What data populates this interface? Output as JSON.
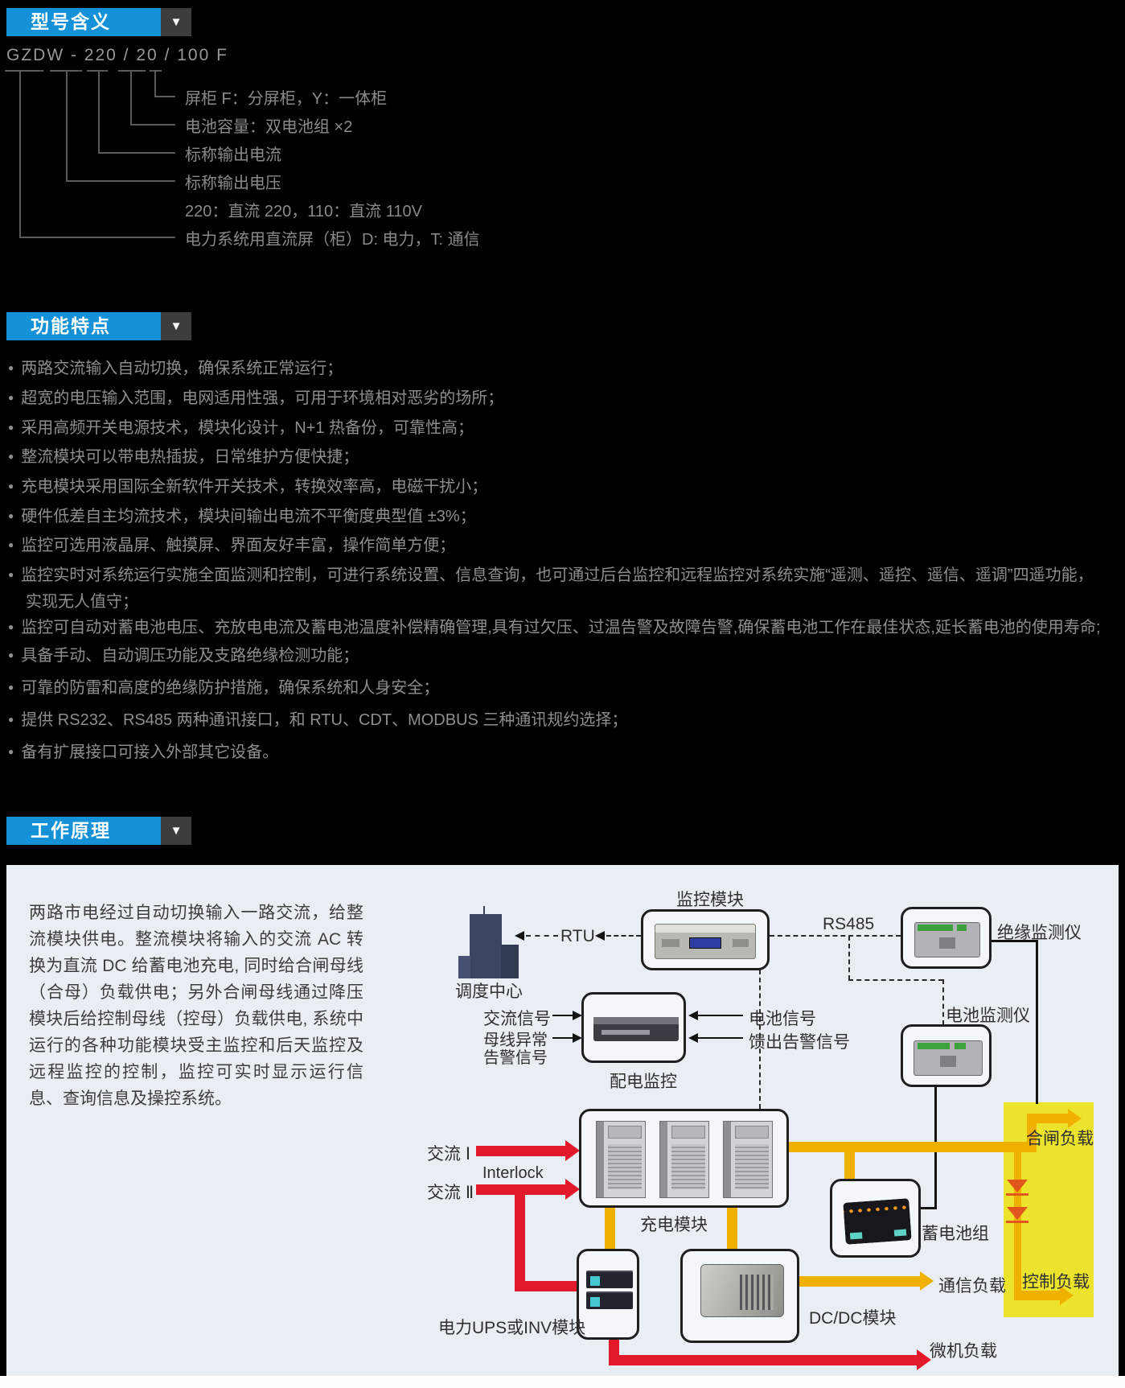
{
  "palette": {
    "accent_blue": "#1591d8",
    "header_box": "#3d3d3d",
    "panel_bg": "#e8eef4",
    "yellow_block": "#ebe32c",
    "gold": "#f0b000",
    "red": "#e2192b"
  },
  "icons": {
    "triangle_down": "▼"
  },
  "model_section": {
    "title": "型号含义",
    "model_text": "GZDW - 220 / 20 / 100  F",
    "labels": [
      "屏柜 F：分屏柜，Y：一体柜",
      "电池容量：双电池组 ×2",
      "标称输出电流",
      "标称输出电压",
      "220：直流 220，110：直流 110V",
      "电力系统用直流屏（柜）D: 电力，T: 通信"
    ]
  },
  "features_section": {
    "title": "功能特点",
    "lines": [
      {
        "text": "两路交流输入自动切换，确保系统正常运行；"
      },
      {
        "text": "超宽的电压输入范围，电网适用性强，可用于环境相对恶劣的场所；"
      },
      {
        "text": "采用高频开关电源技术，模块化设计，N+1 热备份，可靠性高；"
      },
      {
        "text": "整流模块可以带电热插拔，日常维护方便快捷；"
      },
      {
        "text": "充电模块采用国际全新软件开关技术，转换效率高，电磁干扰小；"
      },
      {
        "text": "硬件低差自主均流技术，模块间输出电流不平衡度典型值 ±3%；"
      },
      {
        "text": "监控可选用液晶屏、触摸屏、界面友好丰富，操作简单方便；"
      },
      {
        "text": "监控实时对系统运行实施全面监测和控制，可进行系统设置、信息查询，也可通过后台监控和远程监控对系统实施“遥测、遥控、遥信、遥调”四遥功能，"
      },
      {
        "text": "实现无人值守；"
      },
      {
        "text": "监控可自动对蓄电池电压、充放电电流及蓄电池温度补偿精确管理,具有过欠压、过温告警及故障告警,确保蓄电池工作在最佳状态,延长蓄电池的使用寿命;"
      },
      {
        "text": "具备手动、自动调压功能及支路绝缘检测功能；"
      },
      {
        "text": "可靠的防雷和高度的绝缘防护措施，确保系统和人身安全；"
      },
      {
        "text": "提供 RS232、RS485 两种通讯接口，和 RTU、CDT、MODBUS 三种通讯规约选择；"
      },
      {
        "text": "备有扩展接口可接入外部其它设备。"
      }
    ]
  },
  "principle_section": {
    "title": "工作原理",
    "paragraph": "两路市电经过自动切换输入一路交流，给整流模块供电。整流模块将输入的交流 AC 转换为直流 DC 给蓄电池充电, 同时给合闸母线（合母）负载供电；另外合闸母线通过降压模块后给控制母线（控母）负载供电, 系统中运行的各种功能模块受主监控和后天监控及远程监控的控制，监控可实时显示运行信息、查询信息及操控系统。",
    "diagram": {
      "monitor_module": "监控模块",
      "rtu": "RTU",
      "dispatch_center": "调度中心",
      "rs485": "RS485",
      "insulation_monitor": "绝缘监测仪",
      "battery_monitor": "电池监测仪",
      "ac_signal": "交流信号",
      "bus_alarm_line1": "母线异常",
      "bus_alarm_line2": "告警信号",
      "battery_signal": "电池信号",
      "feeder_alarm": "馈出告警信号",
      "distribution_monitor": "配电监控",
      "ac_input_1": "交流 Ⅰ",
      "ac_input_2": "交流 Ⅱ",
      "interlock": "Interlock",
      "charging_module": "充电模块",
      "battery_pack": "蓄电池组",
      "closing_load": "合闸负载",
      "control_load": "控制负载",
      "comm_load": "通信负载",
      "computer_load": "微机负载",
      "ups_module": "电力UPS或INV模块",
      "dcdc_module": "DC/DC模块"
    }
  }
}
